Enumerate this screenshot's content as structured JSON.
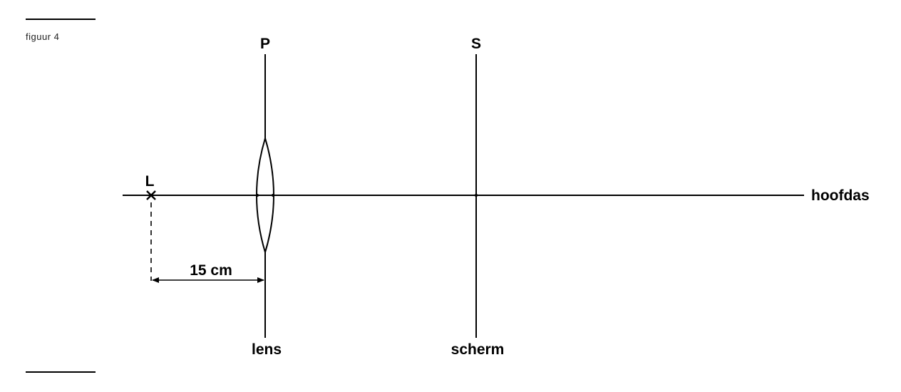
{
  "figure": {
    "caption": "figuur 4"
  },
  "labels": {
    "lens_top": "P",
    "screen_top": "S",
    "source": "L",
    "axis": "hoofdas",
    "lens_bottom": "lens",
    "screen_bottom": "scherm",
    "distance": "15 cm"
  },
  "colors": {
    "ink": "#000000",
    "background": "#ffffff"
  }
}
